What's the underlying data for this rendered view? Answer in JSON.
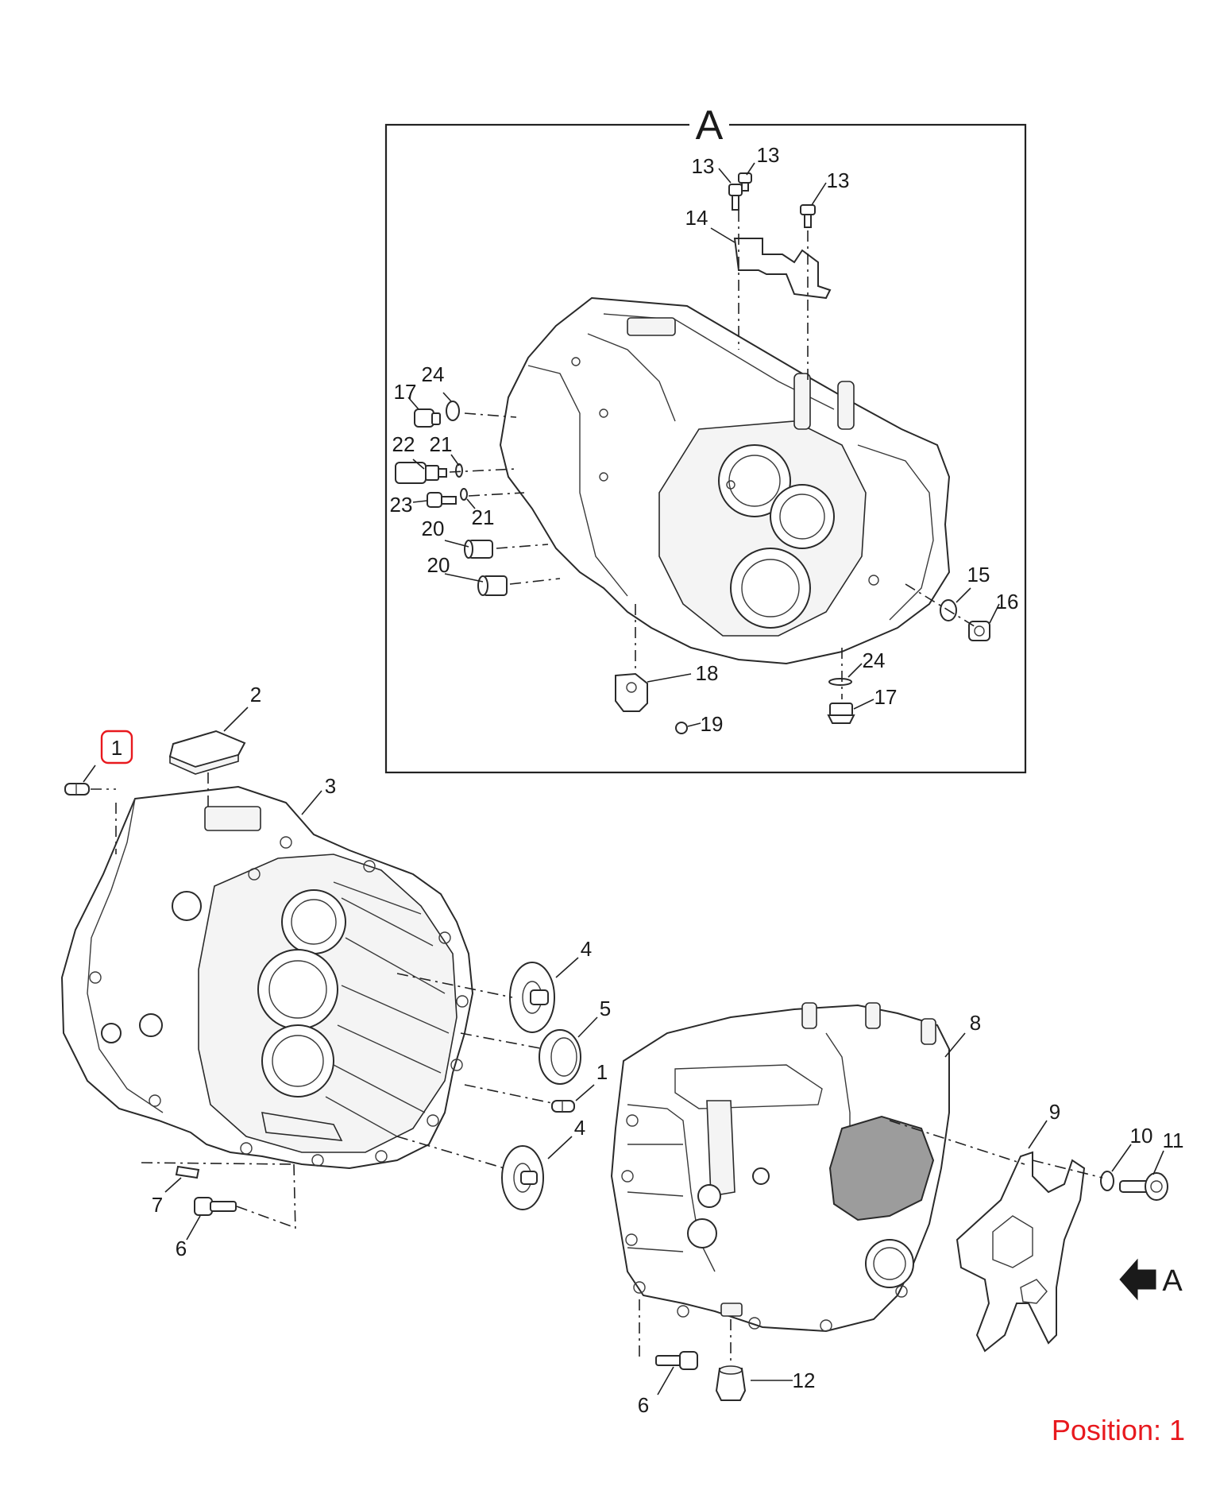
{
  "view_label": "A",
  "arrow_label": "A",
  "position_text": "Position: 1",
  "highlight_color": "#e8191e",
  "callouts": {
    "c1_top": "1",
    "c2": "2",
    "c3": "3",
    "c4_upper": "4",
    "c5": "5",
    "c1_lower": "1",
    "c4_lower": "4",
    "c7": "7",
    "c6_left": "6",
    "c8": "8",
    "c9": "9",
    "c10": "10",
    "c11": "11",
    "c6_right": "6",
    "c12": "12",
    "c13_a": "13",
    "c13_b": "13",
    "c13_c": "13",
    "c14": "14",
    "c17_top": "17",
    "c24_top": "24",
    "c22": "22",
    "c21_upper": "21",
    "c23": "23",
    "c21_lower": "21",
    "c20_upper": "20",
    "c20_lower": "20",
    "c15": "15",
    "c16": "16",
    "c24_bottom": "24",
    "c18": "18",
    "c17_bottom": "17",
    "c19": "19"
  }
}
